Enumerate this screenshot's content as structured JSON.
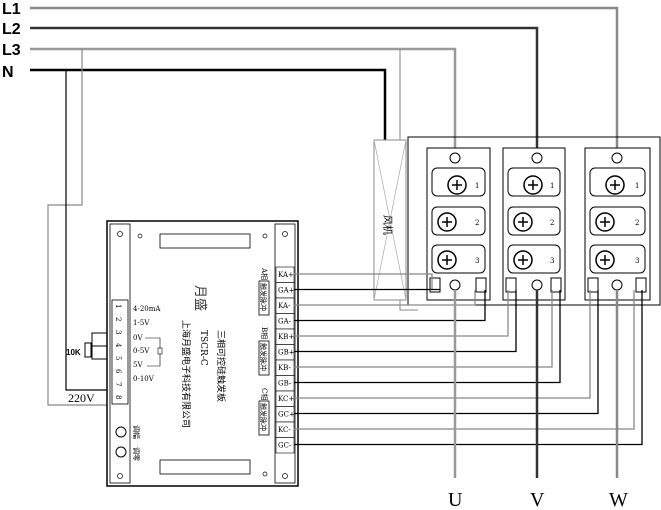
{
  "lines": {
    "l1": "L1",
    "l2": "L2",
    "l3": "L3",
    "n": "N"
  },
  "outputs": [
    "U",
    "V",
    "W"
  ],
  "supply_label": "220V",
  "resistor_label": "10K",
  "fan_label": "风机",
  "board": {
    "brand": "月盛",
    "title": "三相可控硅触发板",
    "model": "TSCR-C",
    "company": "上海月盛电子科技有限公司",
    "knob_labels": [
      "调幅",
      "调零"
    ],
    "left_terminals": [
      "1",
      "2",
      "3",
      "4",
      "5",
      "6",
      "7",
      "8"
    ],
    "input_labels": [
      "4-20mA",
      "1-5V",
      "0V",
      "0-5V",
      "5V",
      "0-10V"
    ],
    "phase_groups": [
      {
        "phase": "A相",
        "pulse": "触发脉冲"
      },
      {
        "phase": "B相",
        "pulse": "触发脉冲"
      },
      {
        "phase": "C相",
        "pulse": "触发脉冲"
      }
    ],
    "right_terminals": [
      "KA+",
      "GA+",
      "KA-",
      "GA-",
      "KB+",
      "GB+",
      "KB-",
      "GB-",
      "KC+",
      "GC+",
      "KC-",
      "GC-"
    ]
  },
  "module_terminals": [
    "1",
    "2",
    "3"
  ]
}
